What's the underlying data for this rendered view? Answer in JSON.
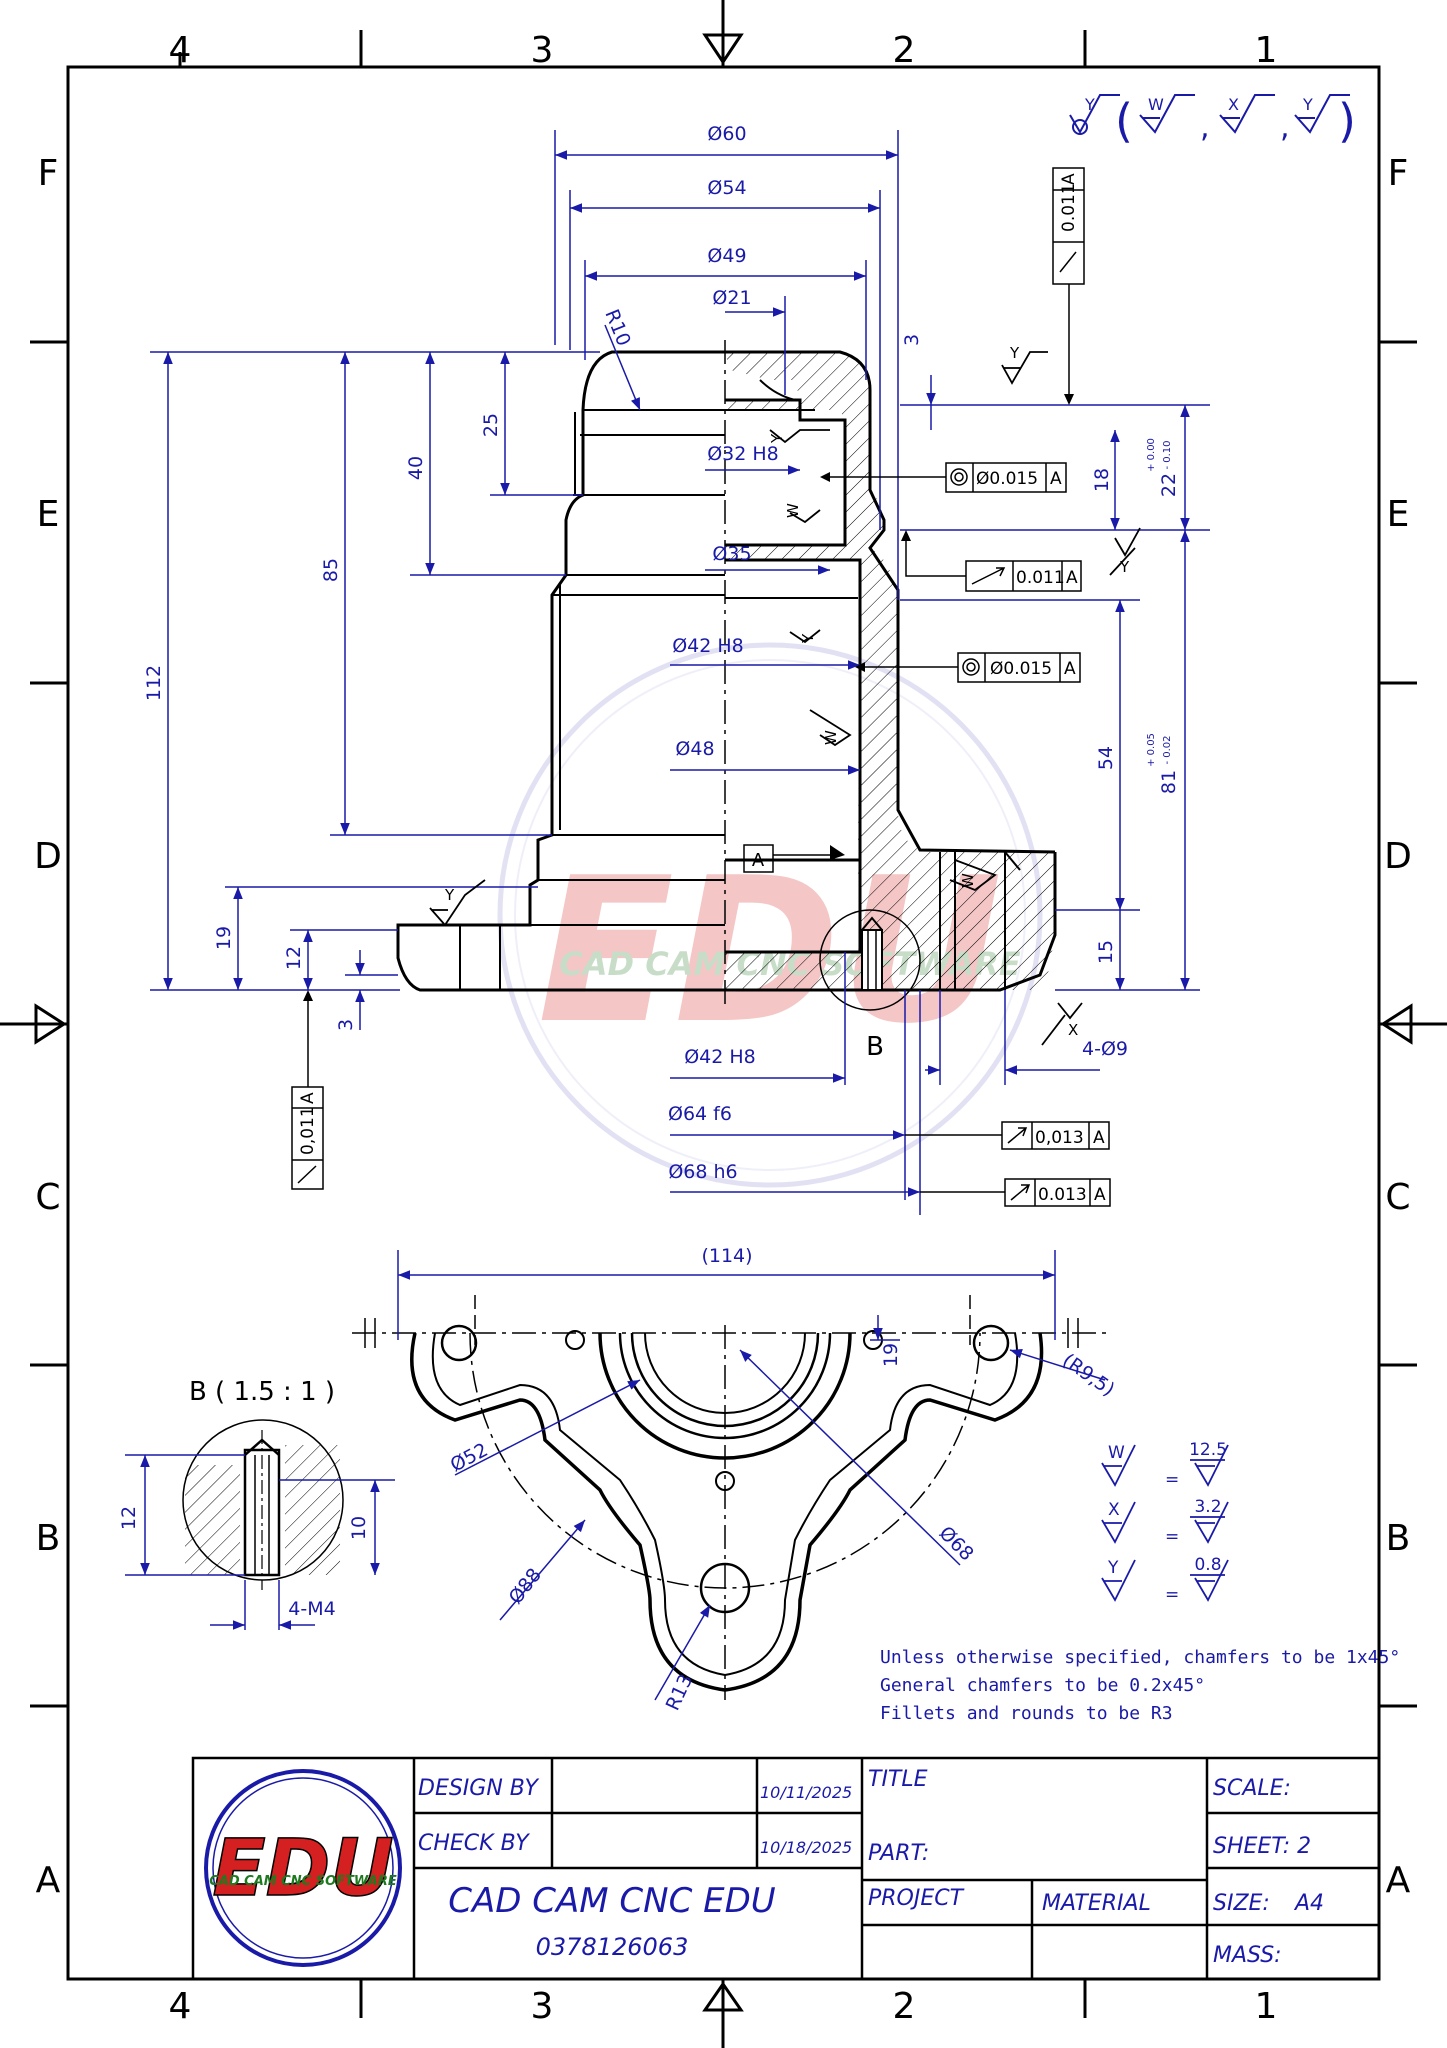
{
  "zones": {
    "columns": [
      "4",
      "3",
      "2",
      "1"
    ],
    "rows": [
      "F",
      "E",
      "D",
      "C",
      "B",
      "A"
    ]
  },
  "colors": {
    "line": "#000000",
    "dimension": "#1a1aa8",
    "watermark_red": "#d42020"
  },
  "dimensions": {
    "d60": "Ø60",
    "d54": "Ø54",
    "d49": "Ø49",
    "d21": "Ø21",
    "r10": "R10",
    "d32h8": "Ø32 H8",
    "d35": "Ø35",
    "d42h8_top": "Ø42 H8",
    "d48": "Ø48",
    "d42h8_bot": "Ø42 H8",
    "d64f6": "Ø64 f6",
    "d68h6": "Ø68 h6",
    "v3_top": "3",
    "v25": "25",
    "v40": "40",
    "v85": "85",
    "v112": "112",
    "v19": "19",
    "v12": "12",
    "v3_bot": "3",
    "v18": "18",
    "v22_main": "22",
    "v22_tol_up": "+ 0.00",
    "v22_tol_lo": "- 0.10",
    "v54": "54",
    "v15": "15",
    "v81_main": "81",
    "v81_tol_up": "+ 0.05",
    "v81_tol_lo": "- 0.02",
    "holes": "4-Ø9",
    "d114": "(114)",
    "v19_plan": "19",
    "r9_5": "(R9,5)",
    "d52": "Ø52",
    "d68_plan": "Ø68",
    "d88": "Ø88",
    "r13": "R13",
    "detail_12": "12",
    "detail_10": "10",
    "detail_m4": "4-M4"
  },
  "tolerances": {
    "runout_top": "0.011",
    "runout_top_datum": "A",
    "conc_1": "Ø0.015",
    "conc_1_datum": "A",
    "runout_mid": "0.011",
    "runout_mid_datum": "A",
    "conc_2": "Ø0.015",
    "conc_2_datum": "A",
    "runout_c1": "0,013",
    "runout_c1_datum": "A",
    "runout_c2": "0.013",
    "runout_c2_datum": "A",
    "runout_left": "0,011",
    "runout_left_datum": "A",
    "datum_label": "A"
  },
  "surface": {
    "general_y": "Y",
    "w": "W",
    "x": "X",
    "y": "Y",
    "paren_open": "(",
    "paren_close": ")",
    "comma": ",",
    "legend_w": "W",
    "legend_w_val": "12.5",
    "legend_x": "X",
    "legend_x_val": "3.2",
    "legend_y": "Y",
    "legend_y_val": "0.8",
    "eq": "="
  },
  "section_label": "B",
  "detail_title": "B ( 1.5 : 1 )",
  "notes": [
    "Unless otherwise specified, chamfers to be 1x45°",
    "General chamfers to be 0.2x45°",
    "Fillets and rounds to be R3"
  ],
  "watermark": {
    "logo_text": "EDU",
    "subtext": "CAD CAM CNC SOFTWARE"
  },
  "title_block": {
    "design_by": "DESIGN BY",
    "design_date": "10/11/2025",
    "check_by": "CHECK BY",
    "check_date": "10/18/2025",
    "title": "TITLE",
    "part": "PART:",
    "project": "PROJECT",
    "material": "MATERIAL",
    "scale": "SCALE:",
    "sheet": "SHEET: 2",
    "size": "SIZE:",
    "size_val": "A4",
    "mass": "MASS:",
    "company": "CAD CAM CNC EDU",
    "phone": "0378126063",
    "logo_text": "EDU",
    "logo_sub": "CAD CAM CNC SOFTWARE"
  }
}
